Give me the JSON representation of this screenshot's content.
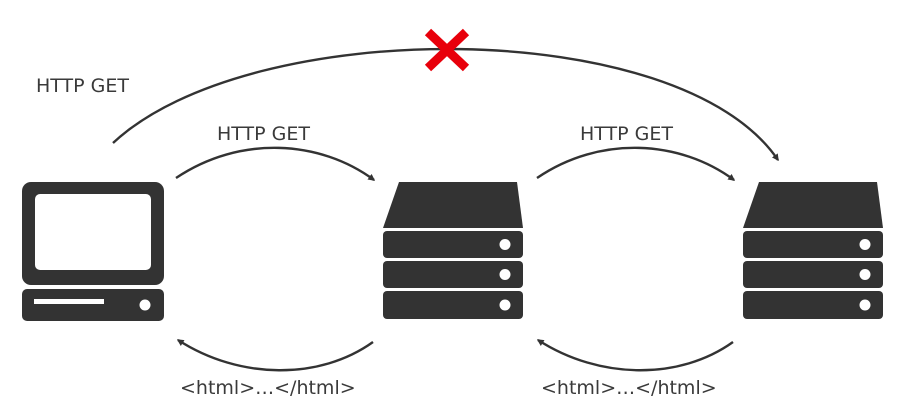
{
  "labels": {
    "direct_request": "HTTP GET",
    "client_to_proxy": "HTTP GET",
    "proxy_to_server": "HTTP GET",
    "proxy_to_client_response": "<html>…</html>",
    "server_to_proxy_response": "<html>…</html>"
  },
  "nodes": {
    "client": "computer-icon",
    "proxy": "server-icon",
    "origin": "server-icon"
  },
  "blocked_marker": "x-icon",
  "colors": {
    "icon": "#333333",
    "arrow": "#333333",
    "text": "#3a3a3a",
    "blocked": "#e8000b"
  }
}
